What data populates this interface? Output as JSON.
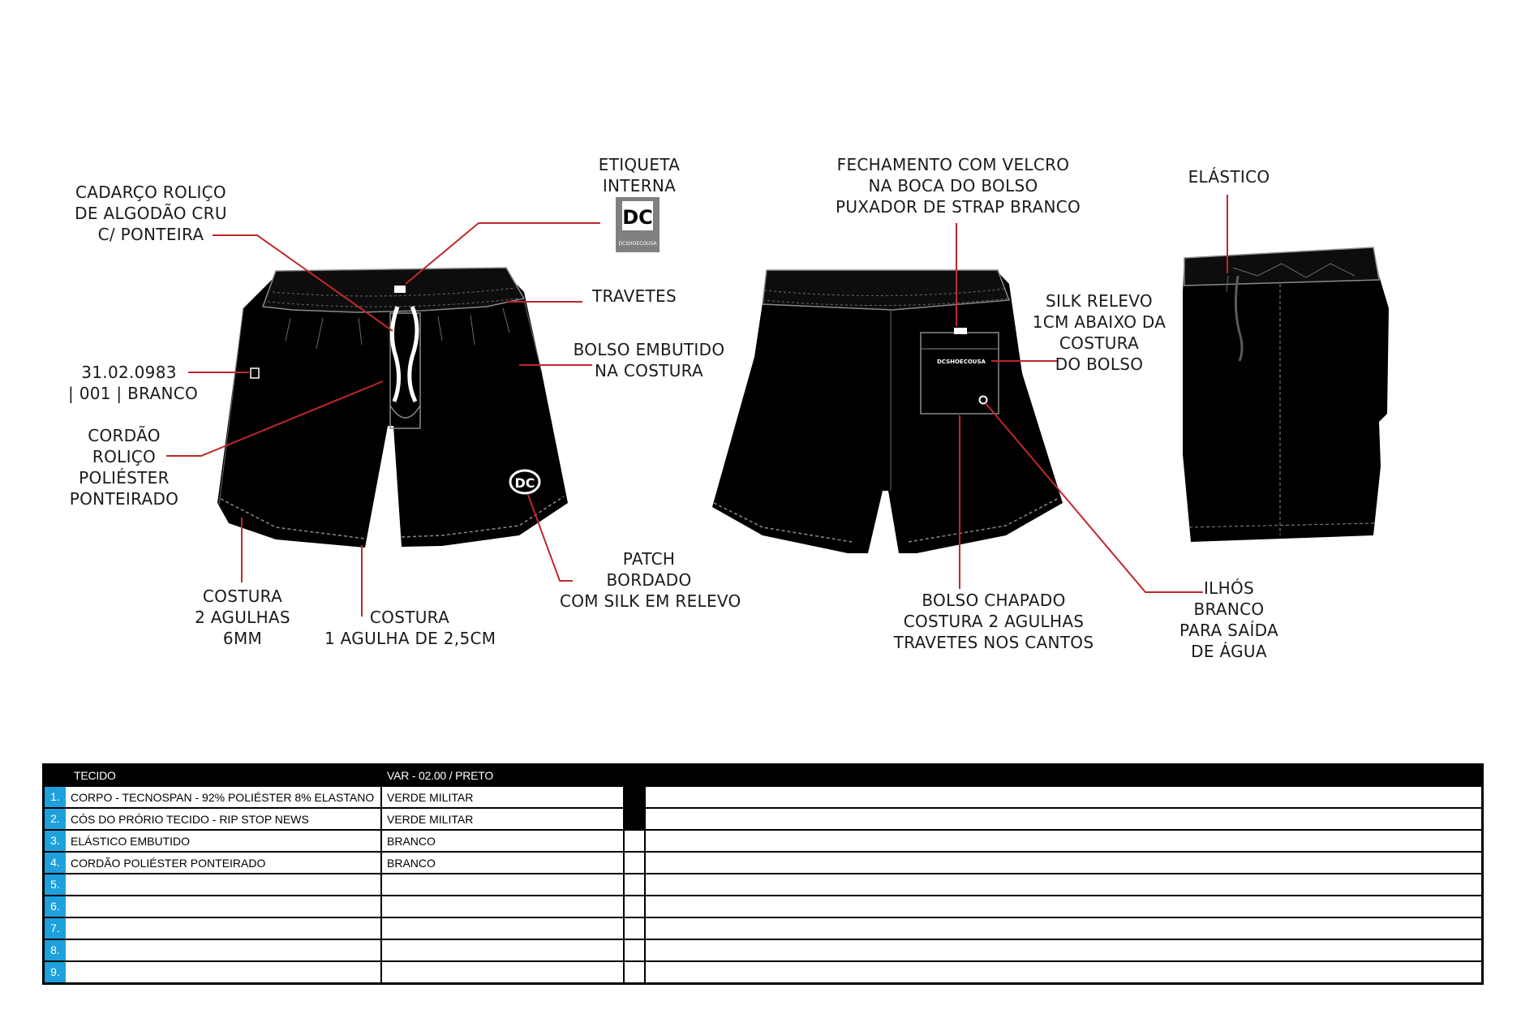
{
  "labels": {
    "etiqueta": [
      "ETIQUETA",
      "INTERNA"
    ],
    "cadarco": [
      "CADARÇO ROLIÇO",
      "DE ALGODÃO CRU",
      "C/ PONTEIRA"
    ],
    "travetes": [
      "TRAVETES"
    ],
    "ref_code": [
      "31.02.0983",
      "| 001 | BRANCO"
    ],
    "bolso_embutido": [
      "BOLSO EMBUTIDO",
      "NA COSTURA"
    ],
    "cordao": [
      "CORDÃO",
      "ROLIÇO",
      "POLIÉSTER",
      "PONTEIRADO"
    ],
    "costura_2ag": [
      "COSTURA",
      "2 AGULHAS",
      "6MM"
    ],
    "costura_1ag": [
      "COSTURA",
      "1 AGULHA DE 2,5CM"
    ],
    "patch": [
      "PATCH",
      "BORDADO",
      "COM SILK EM RELEVO"
    ],
    "fechamento": [
      "FECHAMENTO COM VELCRO",
      "NA BOCA DO BOLSO",
      "PUXADOR DE STRAP BRANCO"
    ],
    "silk_relevo": [
      "SILK RELEVO",
      "1CM ABAIXO DA",
      "COSTURA",
      "DO BOLSO"
    ],
    "bolso_chapado": [
      "BOLSO CHAPADO",
      "COSTURA 2 AGULHAS",
      "TRAVETES NOS CANTOS"
    ],
    "elastico": [
      "ELÁSTICO"
    ],
    "ilhos": [
      "ILHÓS",
      "BRANCO",
      "PARA SAÍDA",
      "DE ÁGUA"
    ]
  },
  "logo": {
    "mark": "DC",
    "tag_text": "DCSHOECOUSA",
    "pocket_print": "DCSHOECOUSA"
  },
  "colors": {
    "callout_line": "#c0272d",
    "garment": "#000000",
    "stitch": "#8a8a8a",
    "number_cell": "#1ea0dc"
  },
  "table": {
    "header": {
      "col1": "TECIDO",
      "col2": "VAR - 02.00 / PRETO"
    },
    "rows": [
      {
        "num": "1.",
        "material": "CORPO - TECNOSPAN - 92% POLIÉSTER 8% ELASTANO",
        "color": "VERDE MILITAR",
        "swatch": "black"
      },
      {
        "num": "2.",
        "material": "CÓS DO PRÓRIO TECIDO - RIP STOP NEWS",
        "color": "VERDE MILITAR",
        "swatch": "black"
      },
      {
        "num": "3.",
        "material": "ELÁSTICO EMBUTIDO",
        "color": "BRANCO",
        "swatch": "white"
      },
      {
        "num": "4.",
        "material": "CORDÃO POLIÉSTER  PONTEIRADO",
        "color": "BRANCO",
        "swatch": "white"
      },
      {
        "num": "5.",
        "material": "",
        "color": "",
        "swatch": "white"
      },
      {
        "num": "6.",
        "material": "",
        "color": "",
        "swatch": "white"
      },
      {
        "num": "7.",
        "material": "",
        "color": "",
        "swatch": "white"
      },
      {
        "num": "8.",
        "material": "",
        "color": "",
        "swatch": "white"
      },
      {
        "num": "9.",
        "material": "",
        "color": "",
        "swatch": "white"
      }
    ]
  }
}
